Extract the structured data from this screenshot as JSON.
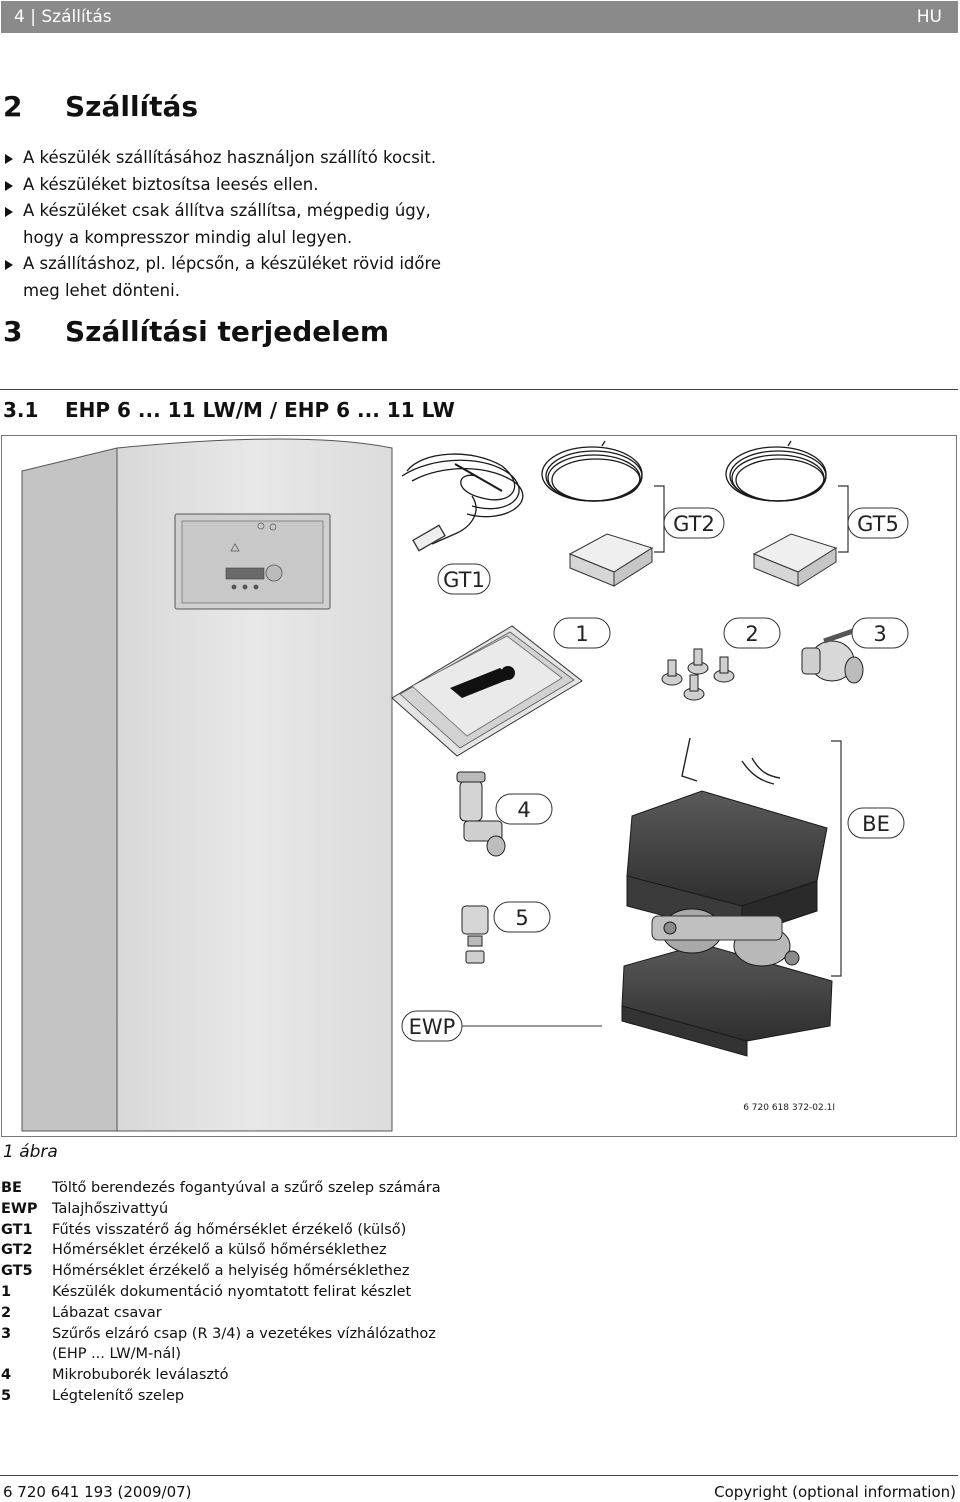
{
  "header": {
    "page_number": "4",
    "separator": "|",
    "page_title": "Szállítás",
    "language": "HU"
  },
  "section2": {
    "number": "2",
    "title": "Szállítás",
    "bullets": [
      "A készülék szállításához használjon szállító kocsit.",
      "A készüléket biztosítsa leesés ellen.",
      "A készüléket csak állítva szállítsa, mégpedig úgy, hogy a kompresszor mindig alul legyen.",
      "A szállításhoz, pl. lépcsőn, a készüléket rövid időre meg lehet dönteni."
    ]
  },
  "section3": {
    "number": "3",
    "title": "Szállítási terjedelem"
  },
  "section31": {
    "number": "3.1",
    "title": "EHP 6 ... 11 LW/M / EHP 6 ... 11 LW"
  },
  "figure": {
    "callouts": {
      "gt1": "GT1",
      "gt2": "GT2",
      "gt5": "GT5",
      "c1": "1",
      "c2": "2",
      "c3": "3",
      "c4": "4",
      "c5": "5",
      "be": "BE",
      "ewp": "EWP"
    },
    "drawing_code": "6 720 618 372-02.1I",
    "caption": "1 ábra"
  },
  "legend": [
    {
      "key": "BE",
      "text": "Töltő berendezés fogantyúval a szűrő szelep számára"
    },
    {
      "key": "EWP",
      "text": "Talajhőszivattyú"
    },
    {
      "key": "GT1",
      "text": "Fűtés visszatérő ág hőmérséklet érzékelő (külső)"
    },
    {
      "key": "GT2",
      "text": "Hőmérséklet érzékelő a külső hőmérséklethez"
    },
    {
      "key": "GT5",
      "text": "Hőmérséklet érzékelő a helyiség hőmérséklethez"
    },
    {
      "key": "1",
      "text": "Készülék dokumentáció nyomtatott felirat készlet"
    },
    {
      "key": "2",
      "text": "Lábazat csavar"
    },
    {
      "key": "3",
      "text": "Szűrős elzáró csap (R 3/4) a vezetékes vízhálózathoz"
    },
    {
      "key": "",
      "text": "(EHP ... LW/M-nál)"
    },
    {
      "key": "4",
      "text": "Mikrobuborék leválasztó"
    },
    {
      "key": "5",
      "text": "Légtelenítő szelep"
    }
  ],
  "footer": {
    "doc_number": "6 720 641 193 (2009/07)",
    "copyright": "Copyright (optional information)"
  }
}
